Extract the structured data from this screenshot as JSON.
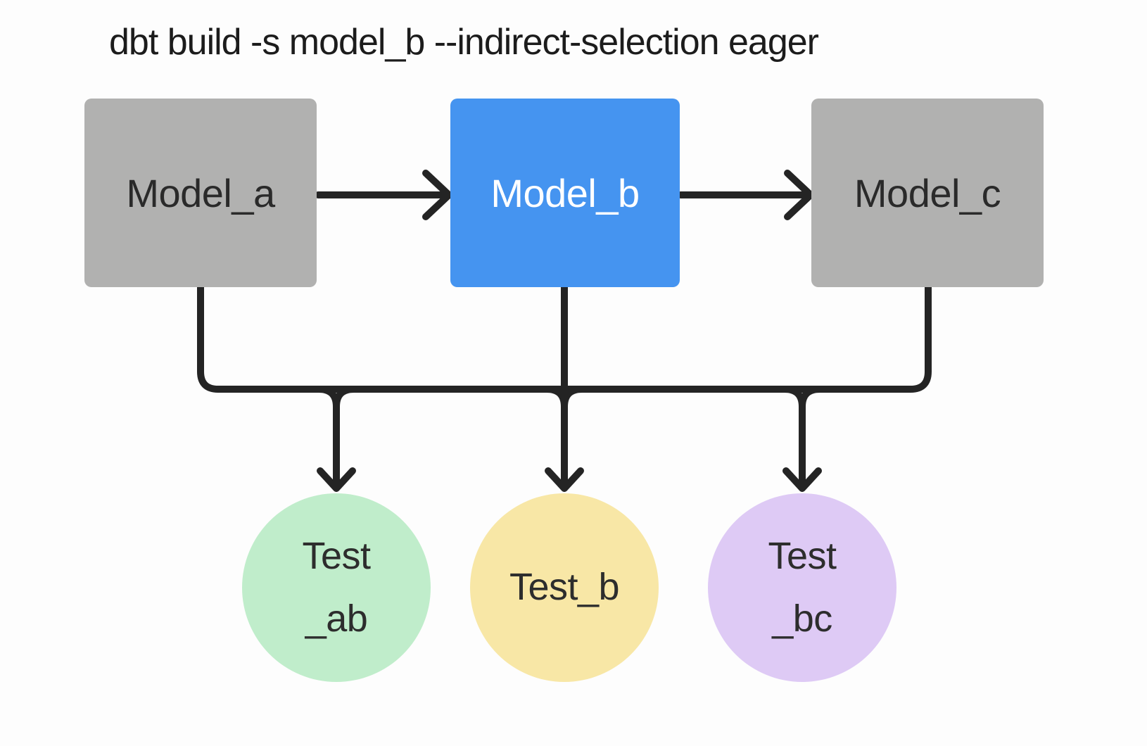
{
  "title": "dbt build -s model_b --indirect-selection eager",
  "colors": {
    "background": "#fdfdfd",
    "connector": "#242424",
    "model_default_bg": "#b1b1b0",
    "model_selected_bg": "#4594f0",
    "model_default_text": "#2a2a2a",
    "model_selected_text": "#ffffff",
    "test_ab_bg": "#c0edcb",
    "test_b_bg": "#f8e7a6",
    "test_bc_bg": "#decaf5"
  },
  "models": [
    {
      "id": "model_a",
      "label": "Model_a",
      "bg": "#b1b1b0",
      "selected": false
    },
    {
      "id": "model_b",
      "label": "Model_b",
      "bg": "#4594f0",
      "selected": true
    },
    {
      "id": "model_c",
      "label": "Model_c",
      "bg": "#b1b1b0",
      "selected": false
    }
  ],
  "tests": [
    {
      "id": "test_ab",
      "label": "Test\n_ab",
      "bg": "#c0edcb"
    },
    {
      "id": "test_b",
      "label": "Test_b",
      "bg": "#f8e7a6"
    },
    {
      "id": "test_bc",
      "label": "Test\n_bc",
      "bg": "#decaf5"
    }
  ],
  "edges_semantics": [
    "model_a -> model_b",
    "model_b -> model_c",
    "model_a -> test_ab",
    "model_b -> test_ab",
    "model_b -> test_b",
    "model_b -> test_bc",
    "model_c -> test_bc"
  ]
}
